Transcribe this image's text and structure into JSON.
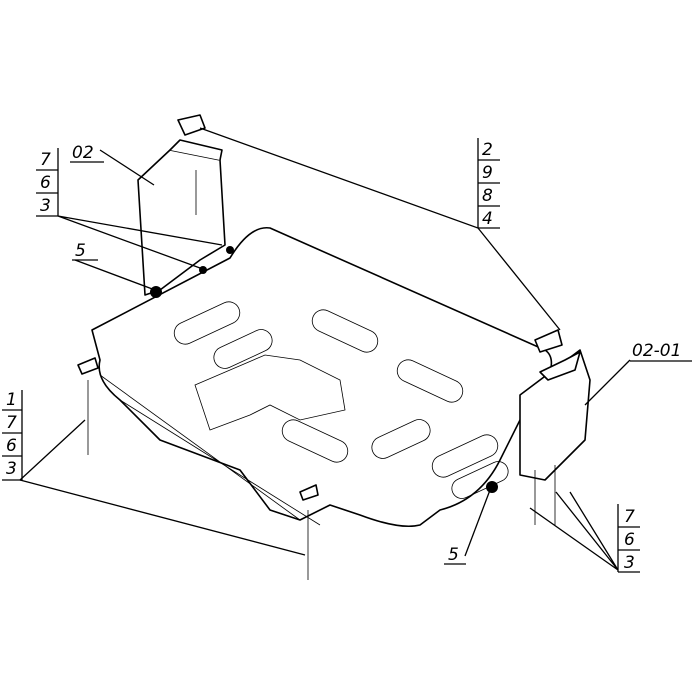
{
  "callouts": {
    "bracket_left": {
      "part": "02",
      "stack": [
        "7",
        "6",
        "3"
      ]
    },
    "washer_left": {
      "label": "5"
    },
    "top_right": {
      "stack": [
        "2",
        "9",
        "8",
        "4"
      ]
    },
    "bracket_right": {
      "part": "02-01"
    },
    "bottom_left": {
      "stack": [
        "1",
        "7",
        "6",
        "3"
      ]
    },
    "washer_bottom": {
      "label": "5"
    },
    "bottom_right": {
      "stack": [
        "7",
        "6",
        "3"
      ]
    }
  }
}
